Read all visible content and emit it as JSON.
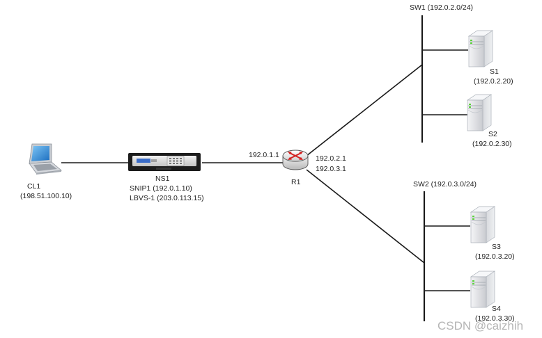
{
  "diagram": {
    "nodes": {
      "client": {
        "name": "CL1",
        "ip": "(198.51.100.10)",
        "icon": "laptop-icon"
      },
      "netscaler": {
        "name": "NS1",
        "snip": "SNIP1 (192.0.1.10)",
        "vip": "LBVS-1 (203.0.113.15)",
        "icon": "appliance-icon"
      },
      "router": {
        "name": "R1",
        "ip_left": "192.0.1.1",
        "ip_right_1": "192.0.2.1",
        "ip_right_2": "192.0.3.1",
        "icon": "router-icon"
      },
      "switch1": {
        "label": "SW1 (192.0.2.0/24)"
      },
      "switch2": {
        "label": "SW2 (192.0.3.0/24)"
      },
      "servers": [
        {
          "name": "S1",
          "ip": "(192.0.2.20)",
          "icon": "server-icon"
        },
        {
          "name": "S2",
          "ip": "(192.0.2.30)",
          "icon": "server-icon"
        },
        {
          "name": "S3",
          "ip": "(192.0.3.20)",
          "icon": "server-icon"
        },
        {
          "name": "S4",
          "ip": "(192.0.3.30)",
          "icon": "server-icon"
        }
      ]
    },
    "links": [
      {
        "from": "CL1",
        "to": "NS1"
      },
      {
        "from": "NS1",
        "to": "R1"
      },
      {
        "from": "R1",
        "to": "SW1"
      },
      {
        "from": "R1",
        "to": "SW2"
      },
      {
        "from": "SW1",
        "to": "S1"
      },
      {
        "from": "SW1",
        "to": "S2"
      },
      {
        "from": "SW2",
        "to": "S3"
      },
      {
        "from": "SW2",
        "to": "S4"
      }
    ],
    "colors": {
      "router_arrows": "#d42020",
      "laptop_screen": "#2a8ad8",
      "server_led": "#5ad43a"
    }
  },
  "watermark": "CSDN @caizhih"
}
